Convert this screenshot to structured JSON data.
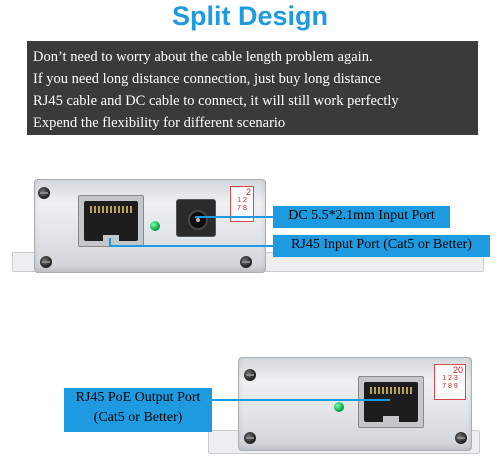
{
  "title": {
    "text": "Split Design",
    "color": "#1e9be0"
  },
  "description": {
    "lines": [
      "Don’t need to worry about the cable length problem again.",
      "If you need long distance connection, just buy long distance",
      "RJ45 cable and DC cable to connect, it will still work perfectly",
      "Expend the flexibility for different scenario"
    ]
  },
  "callouts": {
    "dc_input": "DC 5.5*2.1mm Input Port",
    "rj45_input": "RJ45 Input Port (Cat5 or Better)",
    "poe_output_line1": "RJ45 PoE Output Port",
    "poe_output_line2": "(Cat5 or Better)"
  },
  "device_labels": {
    "top_number": "2",
    "bottom_number": "20",
    "row1": "1 2",
    "row2": "7 8",
    "bottom_row1": "1 2 3",
    "bottom_row2": "7 8 9"
  },
  "colors": {
    "accent": "#1e9be0",
    "panel": "#3a3a3a",
    "led": "#11b24a"
  }
}
